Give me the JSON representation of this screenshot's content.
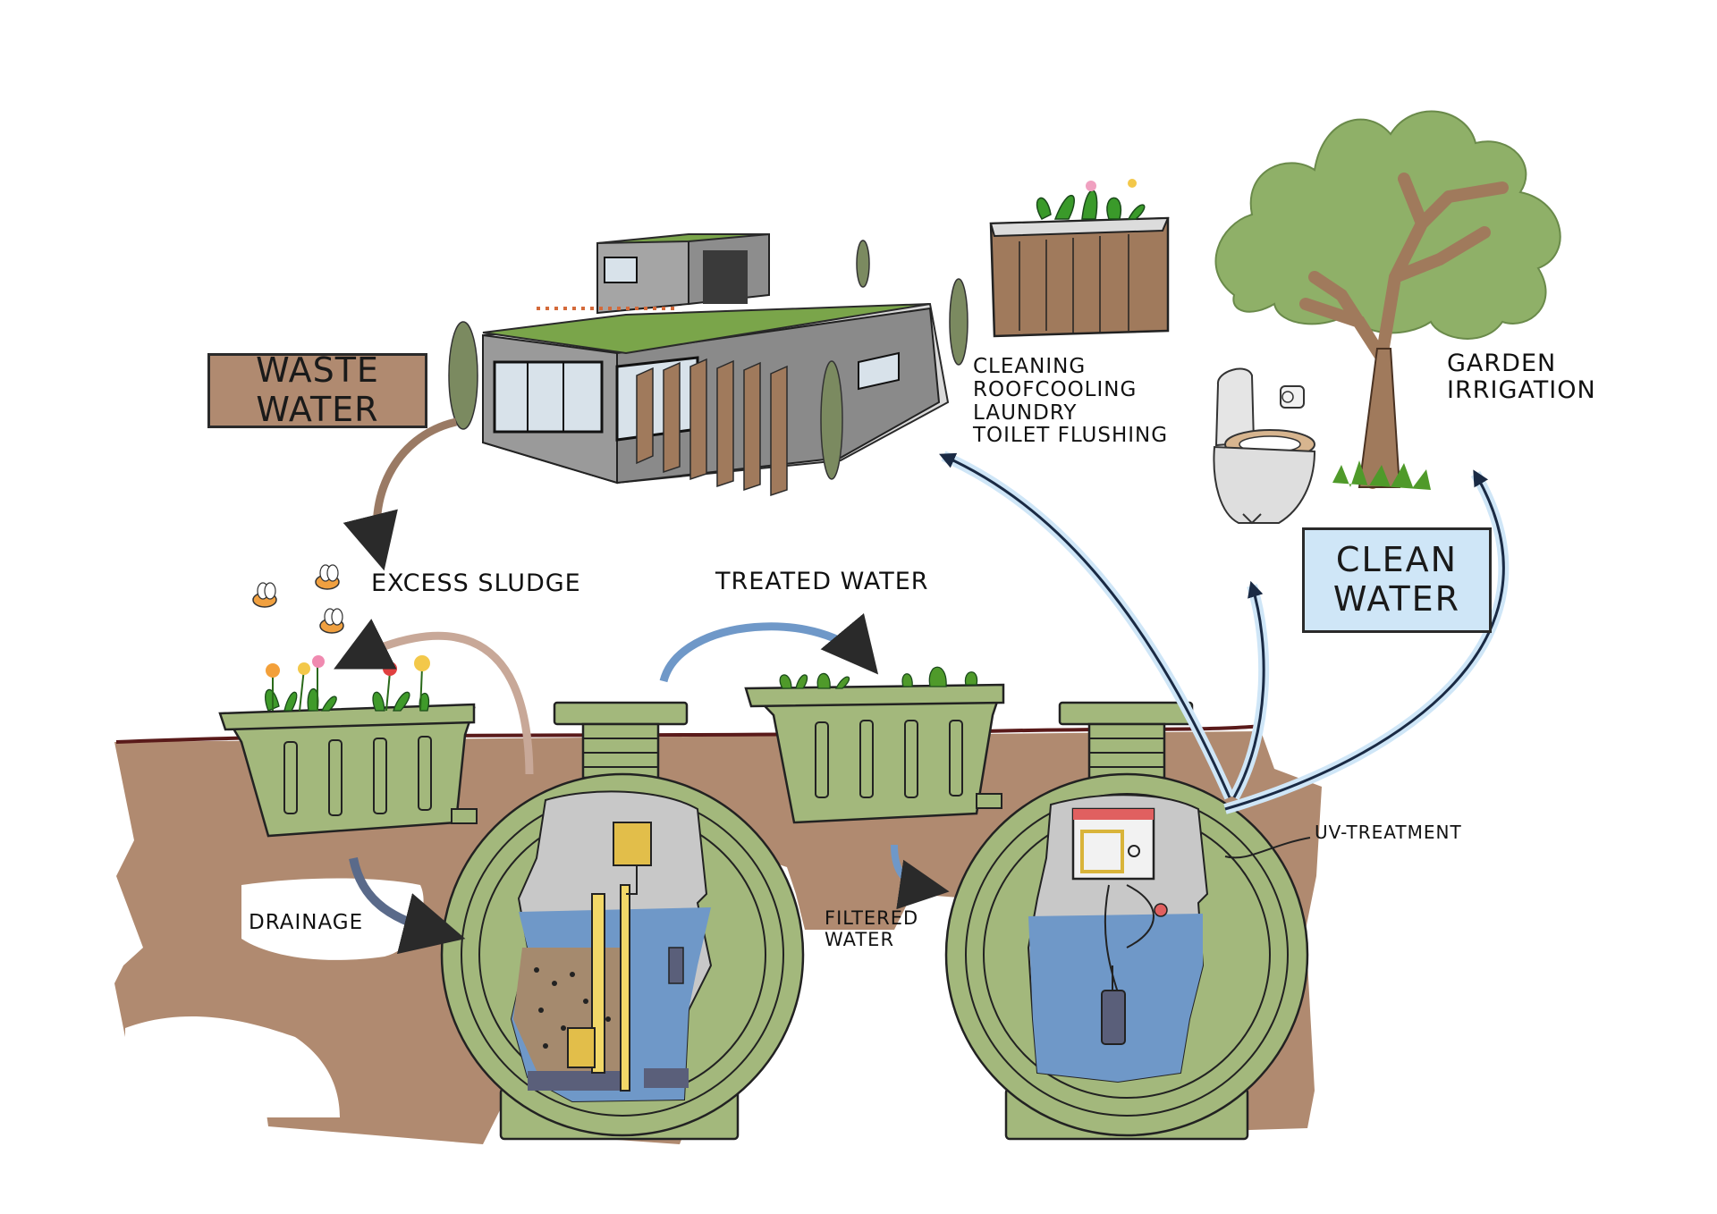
{
  "labels": {
    "waste_water": "WASTE WATER",
    "clean_water_line1": "CLEAN",
    "clean_water_line2": "WATER",
    "uses": [
      "CLEANING",
      "ROOFCOOLING",
      "LAUNDRY",
      "TOILET FLUSHING"
    ],
    "garden_line1": "GARDEN",
    "garden_line2": "IRRIGATION",
    "excess_sludge": "EXCESS SLUDGE",
    "treated_water": "TREATED WATER",
    "drainage": "DRAINAGE",
    "filtered_line1": "FILTERED",
    "filtered_line2": "WATER",
    "uv_treatment": "UV-TREATMENT"
  },
  "colors": {
    "soil": "#b08a70",
    "tank_green": "#a3b87c",
    "grass": "#7aa54a",
    "wood": "#a07a5c",
    "water_blue": "#6f98c8",
    "clean_box": "#cfe6f7",
    "tree_leaves": "#8fb068",
    "tree_trunk": "#a07a5c",
    "arrow_brown": "#9a7a64",
    "arrow_blue": "#6f98c8"
  },
  "icons": [
    "house-icon",
    "roof-planter-icon",
    "tree-icon",
    "toilet-icon",
    "toilet-paper-icon",
    "bee-icon",
    "flower-icon",
    "planter-icon",
    "tank-icon",
    "pump-icon",
    "uv-lamp-icon"
  ]
}
